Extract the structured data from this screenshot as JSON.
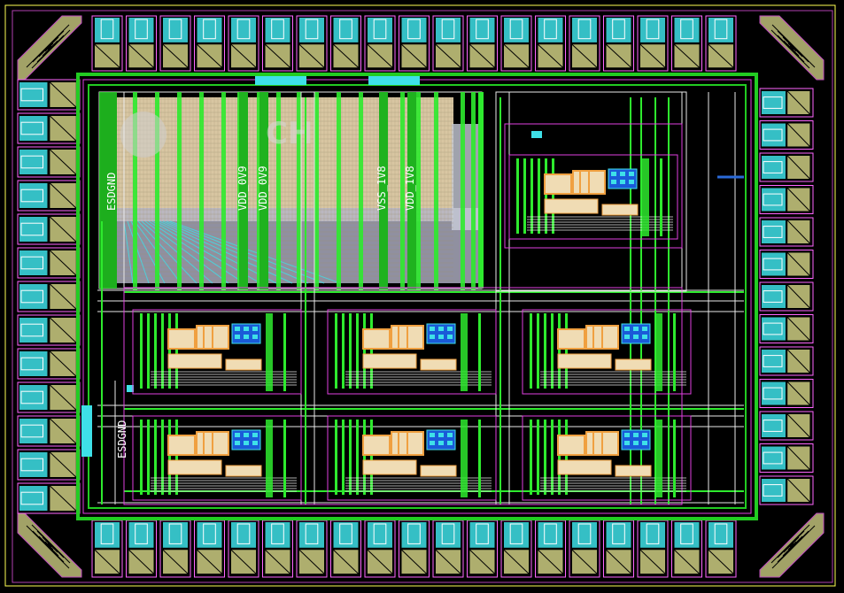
{
  "layout": {
    "logo_text": "CH",
    "labels": {
      "esdgnd_top": "ESDGND",
      "vdd_0v9_a": "VDD_0V9",
      "vdd_0v9_b": "VDD_0V9",
      "vss_1v8": "VSS_1V8",
      "vdd_1v8": "VDD_1V8",
      "esdgnd_bottom": "ESDGND"
    }
  },
  "colors": {
    "background": "#000000",
    "pad_metal": "#d9d98a",
    "pad_cyan": "#3ee0e8",
    "pad_frame": "#ff66ff",
    "power_ring": "#22cc22",
    "routing_green": "#2eea2e",
    "routing_magenta": "#e040e0",
    "routing_white": "#e8e8e8",
    "core_block": "#f0dcb4",
    "core_grey": "#b4b4c8",
    "blue_device": "#1a5ad8",
    "orange_device": "#f0a040"
  },
  "icons": {
    "pad_cell": "io-pad-icon",
    "corner_pad": "corner-pad-icon",
    "device_cell": "transistor-array-icon"
  }
}
